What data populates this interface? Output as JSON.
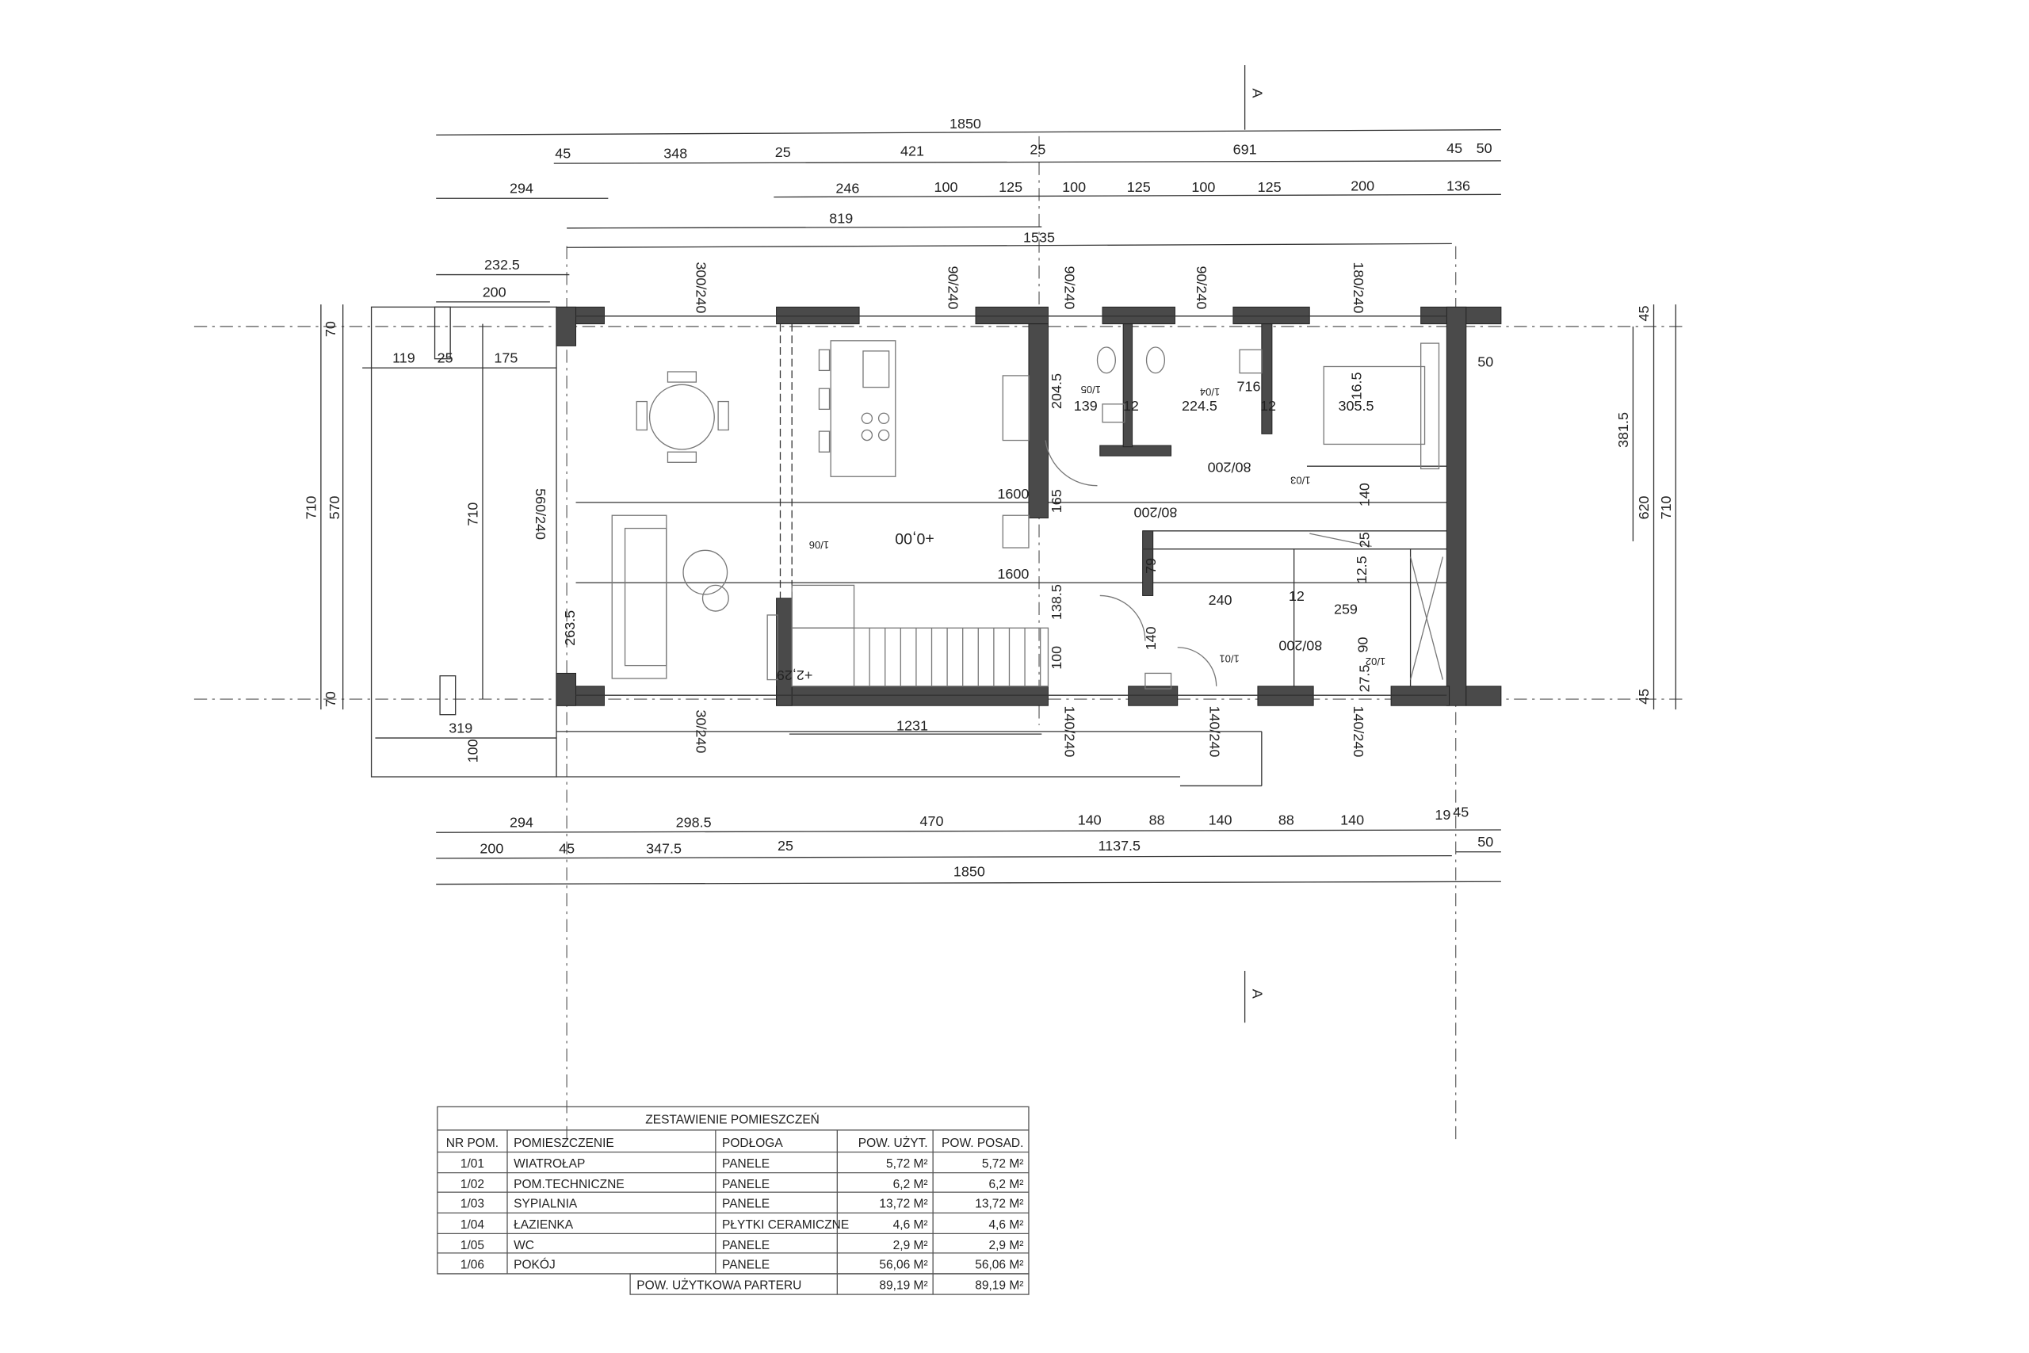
{
  "section_marks": [
    "A",
    "A"
  ],
  "dimension_labels": [
    "1850",
    "45",
    "348",
    "25",
    "421",
    "25",
    "691",
    "45",
    "50",
    "294",
    "246",
    "100",
    "125",
    "100",
    "125",
    "100",
    "125",
    "200",
    "136",
    "819",
    "1535",
    "232.5",
    "200",
    "119",
    "25",
    "175",
    "710",
    "570",
    "70",
    "70",
    "710",
    "263.5",
    "319",
    "100",
    "1231",
    "294",
    "298.5",
    "470",
    "140",
    "88",
    "140",
    "88",
    "140",
    "19",
    "45",
    "200",
    "45",
    "347.5",
    "25",
    "1137.5",
    "50",
    "1850",
    "45",
    "381.5",
    "620",
    "710",
    "45",
    "204.5",
    "139",
    "12",
    "224.5",
    "716",
    "12",
    "305.5",
    "16.5",
    "50",
    "1600",
    "165",
    "140",
    "1600",
    "138.5",
    "240",
    "12",
    "259",
    "100",
    "140",
    "90",
    "27.5",
    "12.5",
    "25",
    "79",
    "560/240"
  ],
  "opening_labels": [
    "300/240",
    "90/240",
    "90/240",
    "90/240",
    "180/240",
    "30/240",
    "140/240",
    "140/240",
    "140/240",
    "80/200",
    "80/200",
    "80/200"
  ],
  "elevations": [
    "+0,00",
    "+2,29"
  ],
  "room_tags": [
    "1/06",
    "1/03",
    "1/01",
    "1/02",
    "1/05",
    "1/04"
  ],
  "table": {
    "title": "ZESTAWIENIE POMIESZCZEŃ",
    "headers": [
      "NR POM.",
      "POMIESZCZENIE",
      "PODŁOGA",
      "POW. UŻYT.",
      "POW. POSAD."
    ],
    "rows": [
      [
        "1/01",
        "WIATROŁAP",
        "PANELE",
        "5,72 M²",
        "5,72 M²"
      ],
      [
        "1/02",
        "POM.TECHNICZNE",
        "PANELE",
        "6,2 M²",
        "6,2 M²"
      ],
      [
        "1/03",
        "SYPIALNIA",
        "PANELE",
        "13,72 M²",
        "13,72 M²"
      ],
      [
        "1/04",
        "ŁAZIENKA",
        "PŁYTKI CERAMICZNE",
        "4,6 M²",
        "4,6 M²"
      ],
      [
        "1/05",
        "WC",
        "PANELE",
        "2,9 M²",
        "2,9 M²"
      ],
      [
        "1/06",
        "POKÓJ",
        "PANELE",
        "56,06 M²",
        "56,06 M²"
      ]
    ],
    "total": {
      "label": "POW. UŻYTKOWA PARTERU",
      "usable": "89,19 M²",
      "built": "89,19 M²"
    }
  }
}
